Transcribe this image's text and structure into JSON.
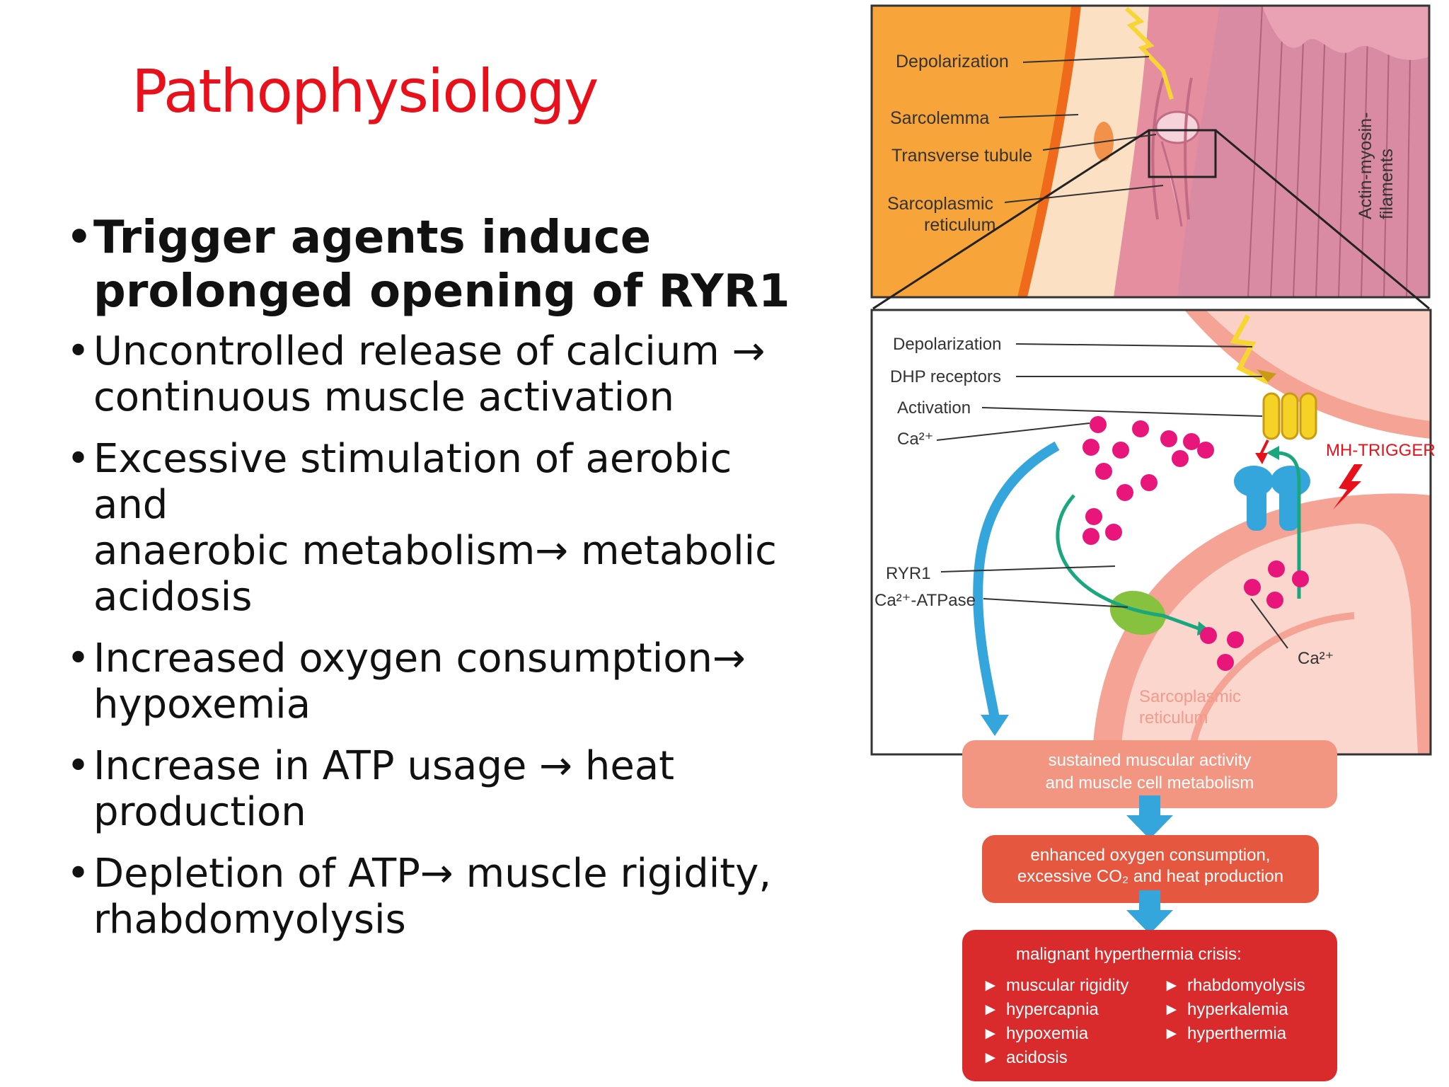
{
  "slide": {
    "title": "Pathophysiology",
    "bullets": [
      {
        "text_line1": "Trigger agents induce",
        "text_line2": "prolonged opening of RYR1",
        "bold": true
      },
      {
        "text_line1": "Uncontrolled release of calcium →",
        "text_line2": "continuous muscle activation"
      },
      {
        "text_line1": "Excessive stimulation of aerobic and",
        "text_line2": "anaerobic metabolism→ metabolic",
        "text_line3": "acidosis"
      },
      {
        "text_line1": "Increased oxygen consumption→",
        "text_line2": "hypoxemia"
      },
      {
        "text_line1": "Increase in ATP usage → heat",
        "text_line2": "production"
      },
      {
        "text_line1": "Depletion of ATP→ muscle rigidity,",
        "text_line2": "rhabdomyolysis"
      }
    ],
    "bullet_glyph": "•"
  },
  "figure": {
    "top_panel": {
      "labels": {
        "depolarization": "Depolarization",
        "sarcolemma": "Sarcolemma",
        "transverse_tubule": "Transverse tubule",
        "sarcoplasmic_1": "Sarcoplasmic",
        "sarcoplasmic_2": "reticulum",
        "actin_1": "Actin-myosin-",
        "actin_2": "filaments"
      }
    },
    "middle_panel": {
      "labels": {
        "depolarization": "Depolarization",
        "dhp_receptors": "DHP receptors",
        "activation": "Activation",
        "ca_left": "Ca²⁺",
        "mh_trigger": "MH-TRIGGER",
        "ryr1": "RYR1",
        "ca_atpase": "Ca²⁺-ATPase",
        "ca_right": "Ca²⁺",
        "sr_1": "Sarcoplasmic",
        "sr_2": "reticulum"
      }
    },
    "flow": {
      "box1_line1": "sustained muscular activity",
      "box1_line2": "and muscle cell metabolism",
      "box2_line1": "enhanced oxygen consumption,",
      "box2_line2": "excessive CO₂ and heat production",
      "box3_title": "malignant hyperthermia crisis:",
      "box3_left": [
        "muscular rigidity",
        "hypercapnia",
        "hypoxemia",
        "acidosis"
      ],
      "box3_right": [
        "rhabdomyolysis",
        "hyperkalemia",
        "hyperthermia"
      ]
    },
    "colors": {
      "title_red": "#e8111b",
      "orange": "#f7a53a",
      "salmon": "#f2a08f",
      "pink_dots": "#e8167b",
      "blue": "#35a6dc",
      "green": "#86c23d",
      "crisis_red": "#d92b2b"
    }
  }
}
